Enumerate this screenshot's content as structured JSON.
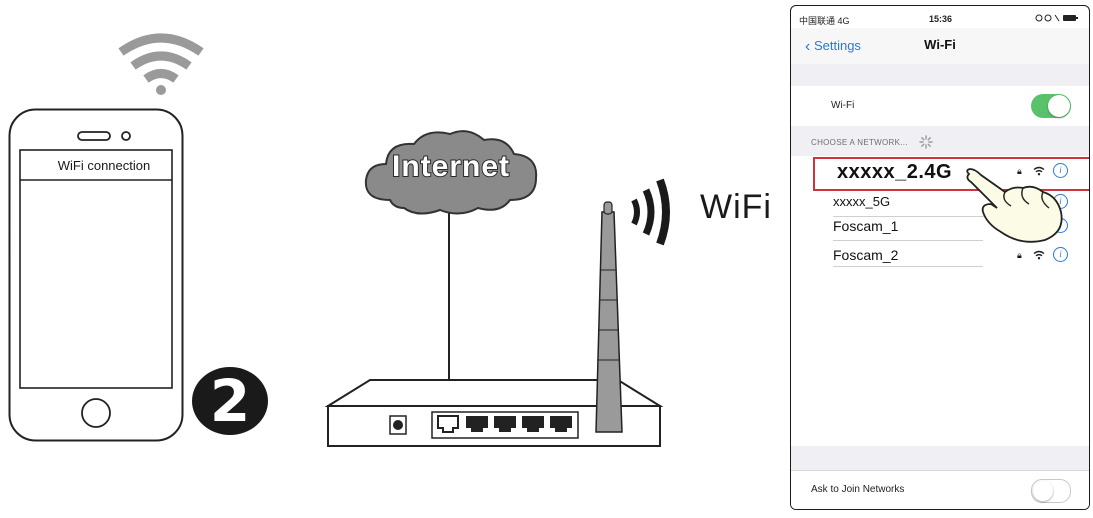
{
  "left_phone": {
    "screen_label": "WiFi connection"
  },
  "step": {
    "number": "2"
  },
  "internet": {
    "label": "Internet"
  },
  "wifi_label": "WiFi",
  "ios": {
    "status_bar": {
      "carrier": "中国联通  4G",
      "time": "15:36",
      "indicators": "⌐ ⊕ ∦ ▬"
    },
    "nav": {
      "back_label": "Settings",
      "title": "Wi-Fi"
    },
    "wifi_toggle": {
      "label": "Wi-Fi",
      "state": "on"
    },
    "choose_network_header": "CHOOSE A NETWORK...",
    "networks": [
      {
        "name": "xxxxx_2.4G",
        "locked": true,
        "highlighted": true
      },
      {
        "name": "xxxxx_5G",
        "locked": false,
        "highlighted": false
      },
      {
        "name": "Foscam_1",
        "locked": false,
        "highlighted": false
      },
      {
        "name": "Foscam_2",
        "locked": true,
        "highlighted": false
      }
    ],
    "ask_to_join": {
      "label": "Ask to Join Networks",
      "state": "off"
    }
  },
  "colors": {
    "highlight_red": "#d0343a",
    "ios_blue": "#2a7ad9",
    "toggle_green": "#5ac16b",
    "cloud_gray": "#8a8a8a"
  }
}
